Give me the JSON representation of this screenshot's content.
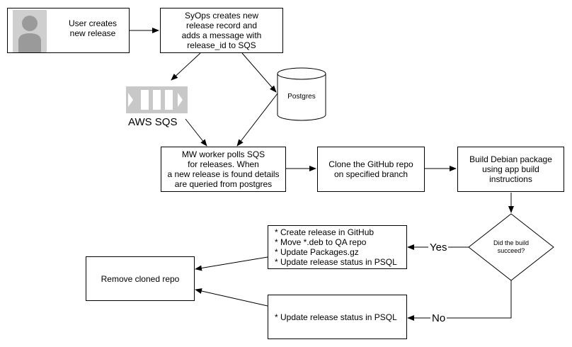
{
  "nodes": {
    "user": {
      "label_lines": [
        "User creates",
        "new release"
      ]
    },
    "syops": {
      "label_lines": [
        "SyOps creates new",
        "release record and",
        "adds a message with",
        "release_id to SQS"
      ]
    },
    "postgres": {
      "label": "Postgres"
    },
    "aws_sqs": {
      "label": "AWS SQS"
    },
    "worker": {
      "label_lines": [
        "MW worker polls SQS",
        "for releases. When",
        "a new release is found details",
        "are queried from postgres"
      ]
    },
    "clone": {
      "label_lines": [
        "Clone the GitHub repo",
        "on specified branch"
      ]
    },
    "build": {
      "label_lines": [
        "Build Debian package",
        "using app build",
        "instructions"
      ]
    },
    "decision": {
      "label_lines": [
        "Did the build",
        "succeed?"
      ]
    },
    "success": {
      "label_lines": [
        "* Create release in GitHub",
        "* Move *.deb to QA repo",
        "* Update Packages.gz",
        "* Update release status in PSQL"
      ]
    },
    "failure": {
      "label_lines": [
        "* Update release status in PSQL"
      ]
    },
    "remove": {
      "label_lines": [
        "Remove cloned repo"
      ]
    }
  },
  "edges": {
    "yes_label": "Yes",
    "no_label": "No"
  },
  "colors": {
    "stroke": "#000000",
    "icon_gray": "#c8c8c8"
  }
}
